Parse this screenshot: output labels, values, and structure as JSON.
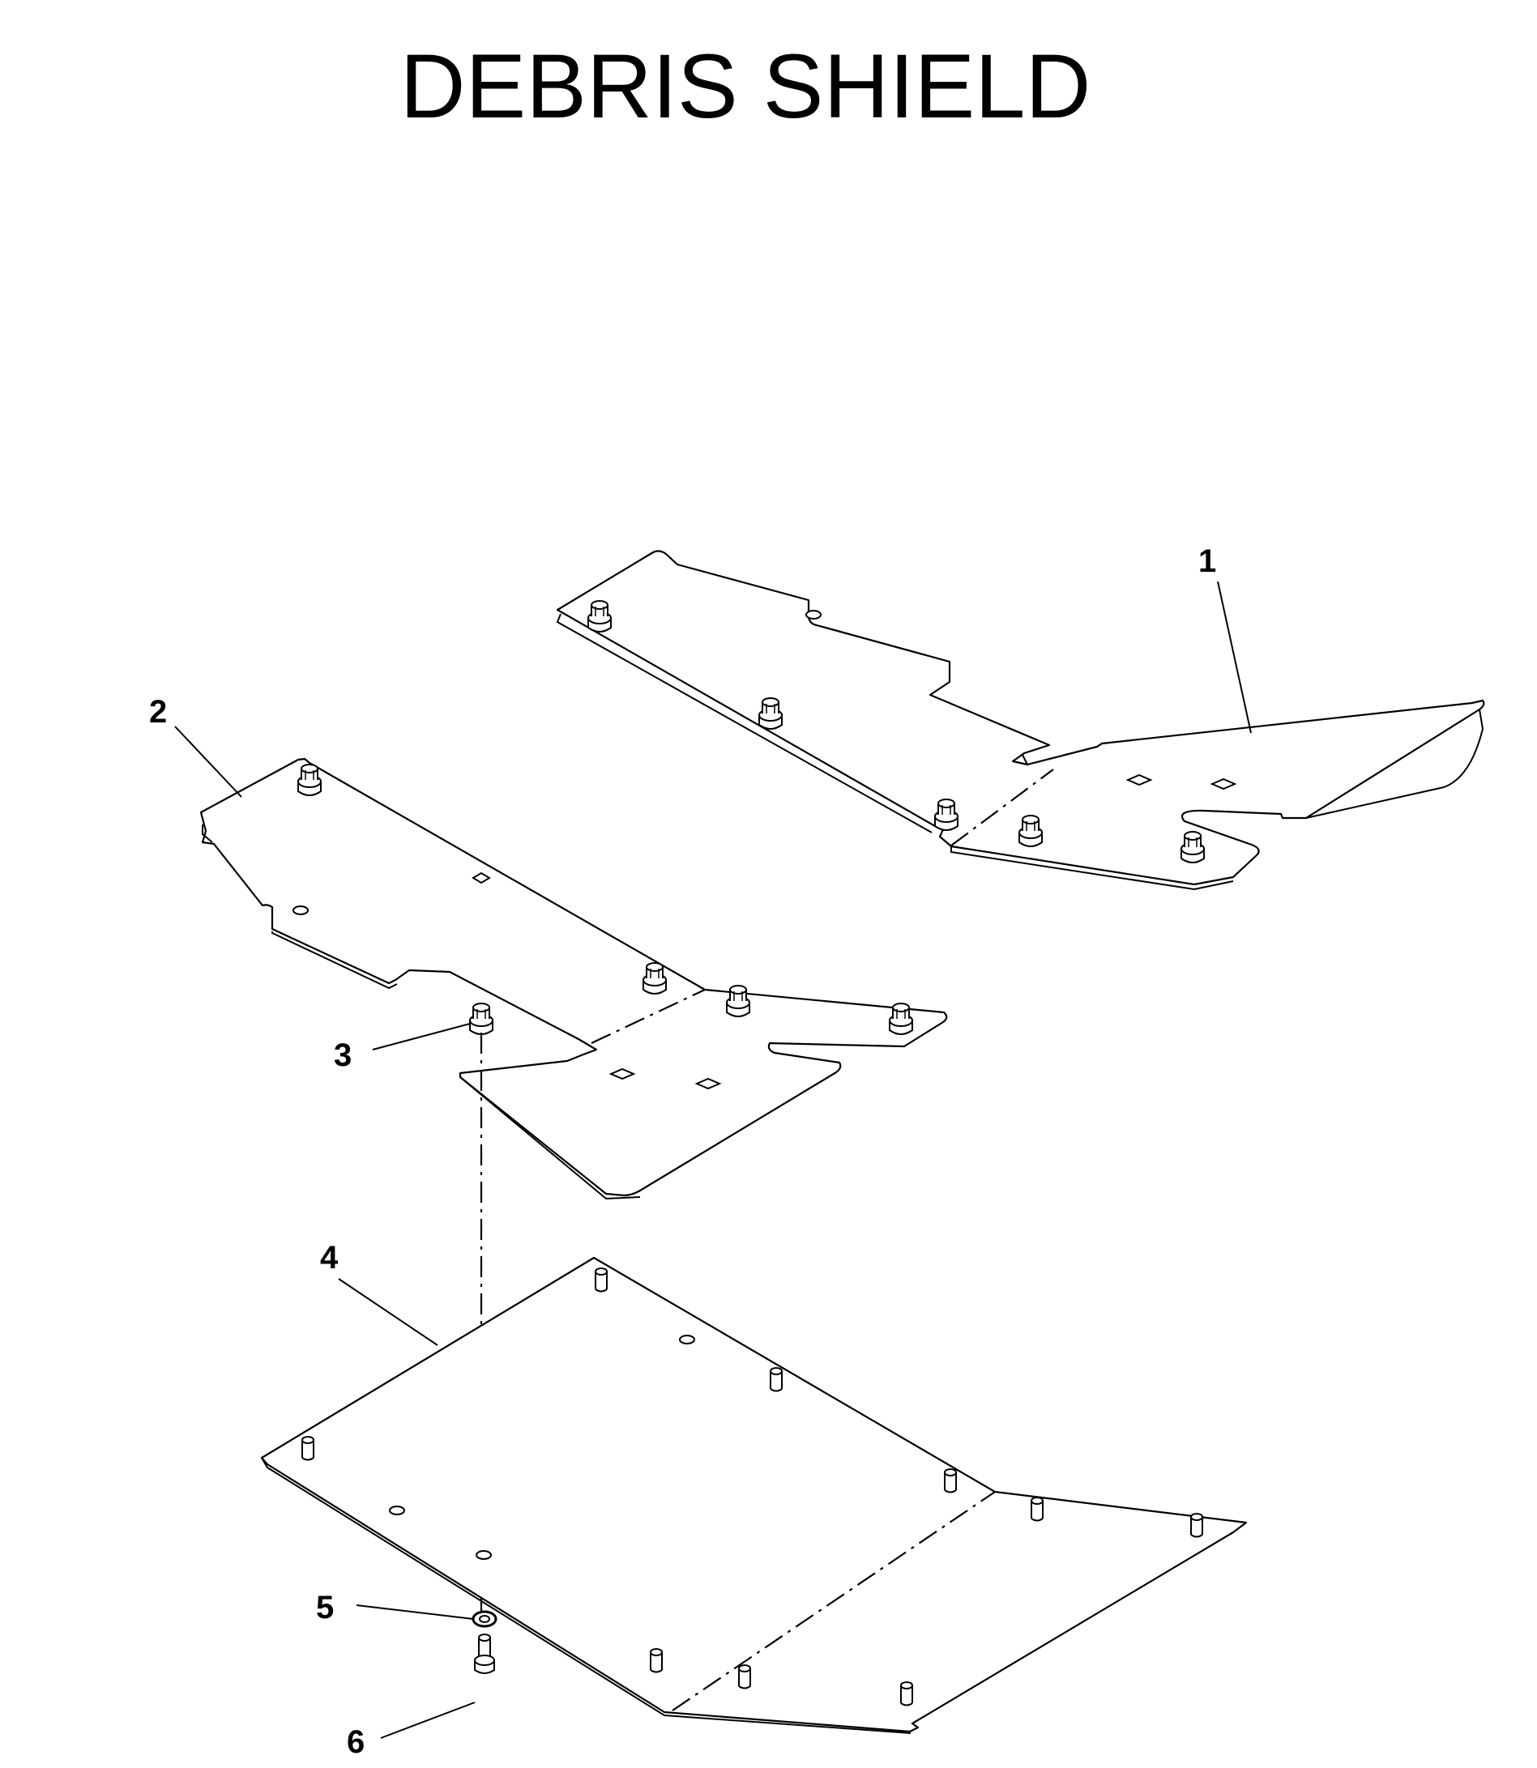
{
  "title": "DEBRIS SHIELD",
  "callouts": {
    "c1": "1",
    "c2": "2",
    "c3": "3",
    "c4": "4",
    "c5": "5",
    "c6": "6"
  }
}
